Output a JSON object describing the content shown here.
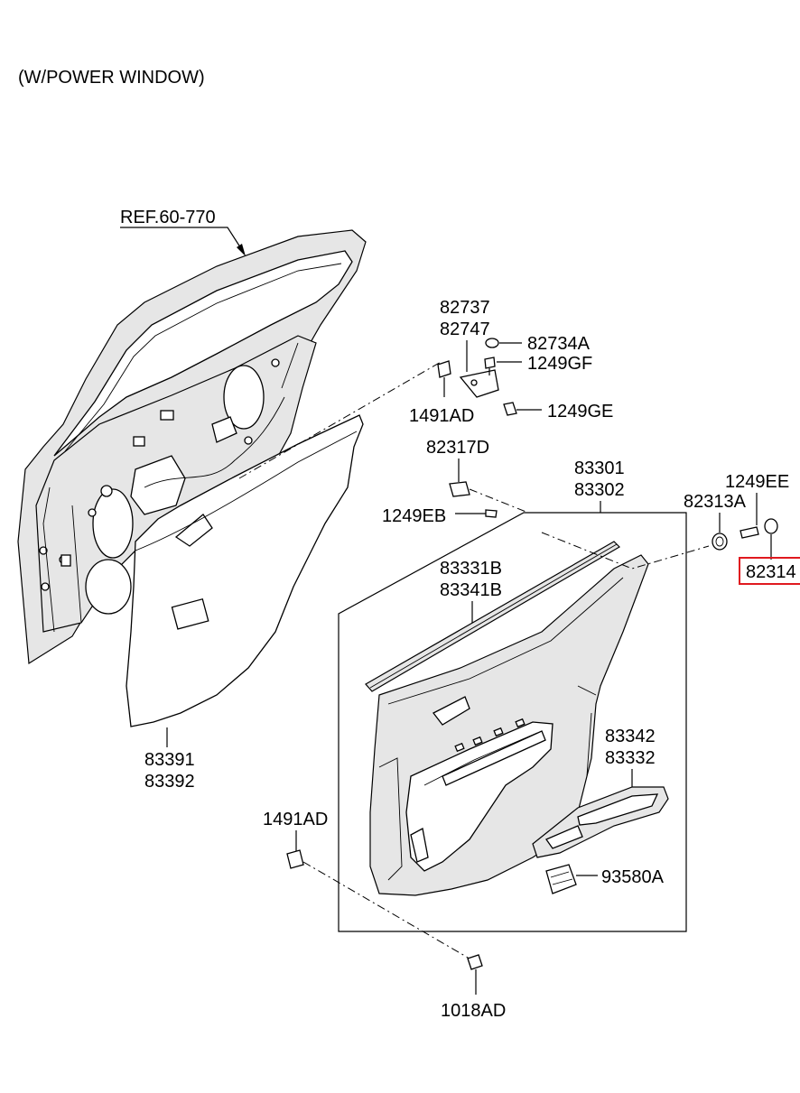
{
  "header": {
    "title": "(W/POWER WINDOW)"
  },
  "labels": {
    "ref": "REF.60-770",
    "l82737": "82737",
    "l82747": "82747",
    "l82734A": "82734A",
    "l1249GF": "1249GF",
    "l1491AD_top": "1491AD",
    "l1249GE": "1249GE",
    "l82317D": "82317D",
    "l83301": "83301",
    "l83302": "83302",
    "l1249EE": "1249EE",
    "l82313A": "82313A",
    "l1249EB": "1249EB",
    "l82314": "82314",
    "l83331B": "83331B",
    "l83341B": "83341B",
    "l83391": "83391",
    "l83392": "83392",
    "l83342": "83342",
    "l83332": "83332",
    "l1491AD_bottom": "1491AD",
    "l93580A": "93580A",
    "l1018AD": "1018AD"
  },
  "highlight": {
    "part": "82314",
    "color": "#e0191f"
  }
}
